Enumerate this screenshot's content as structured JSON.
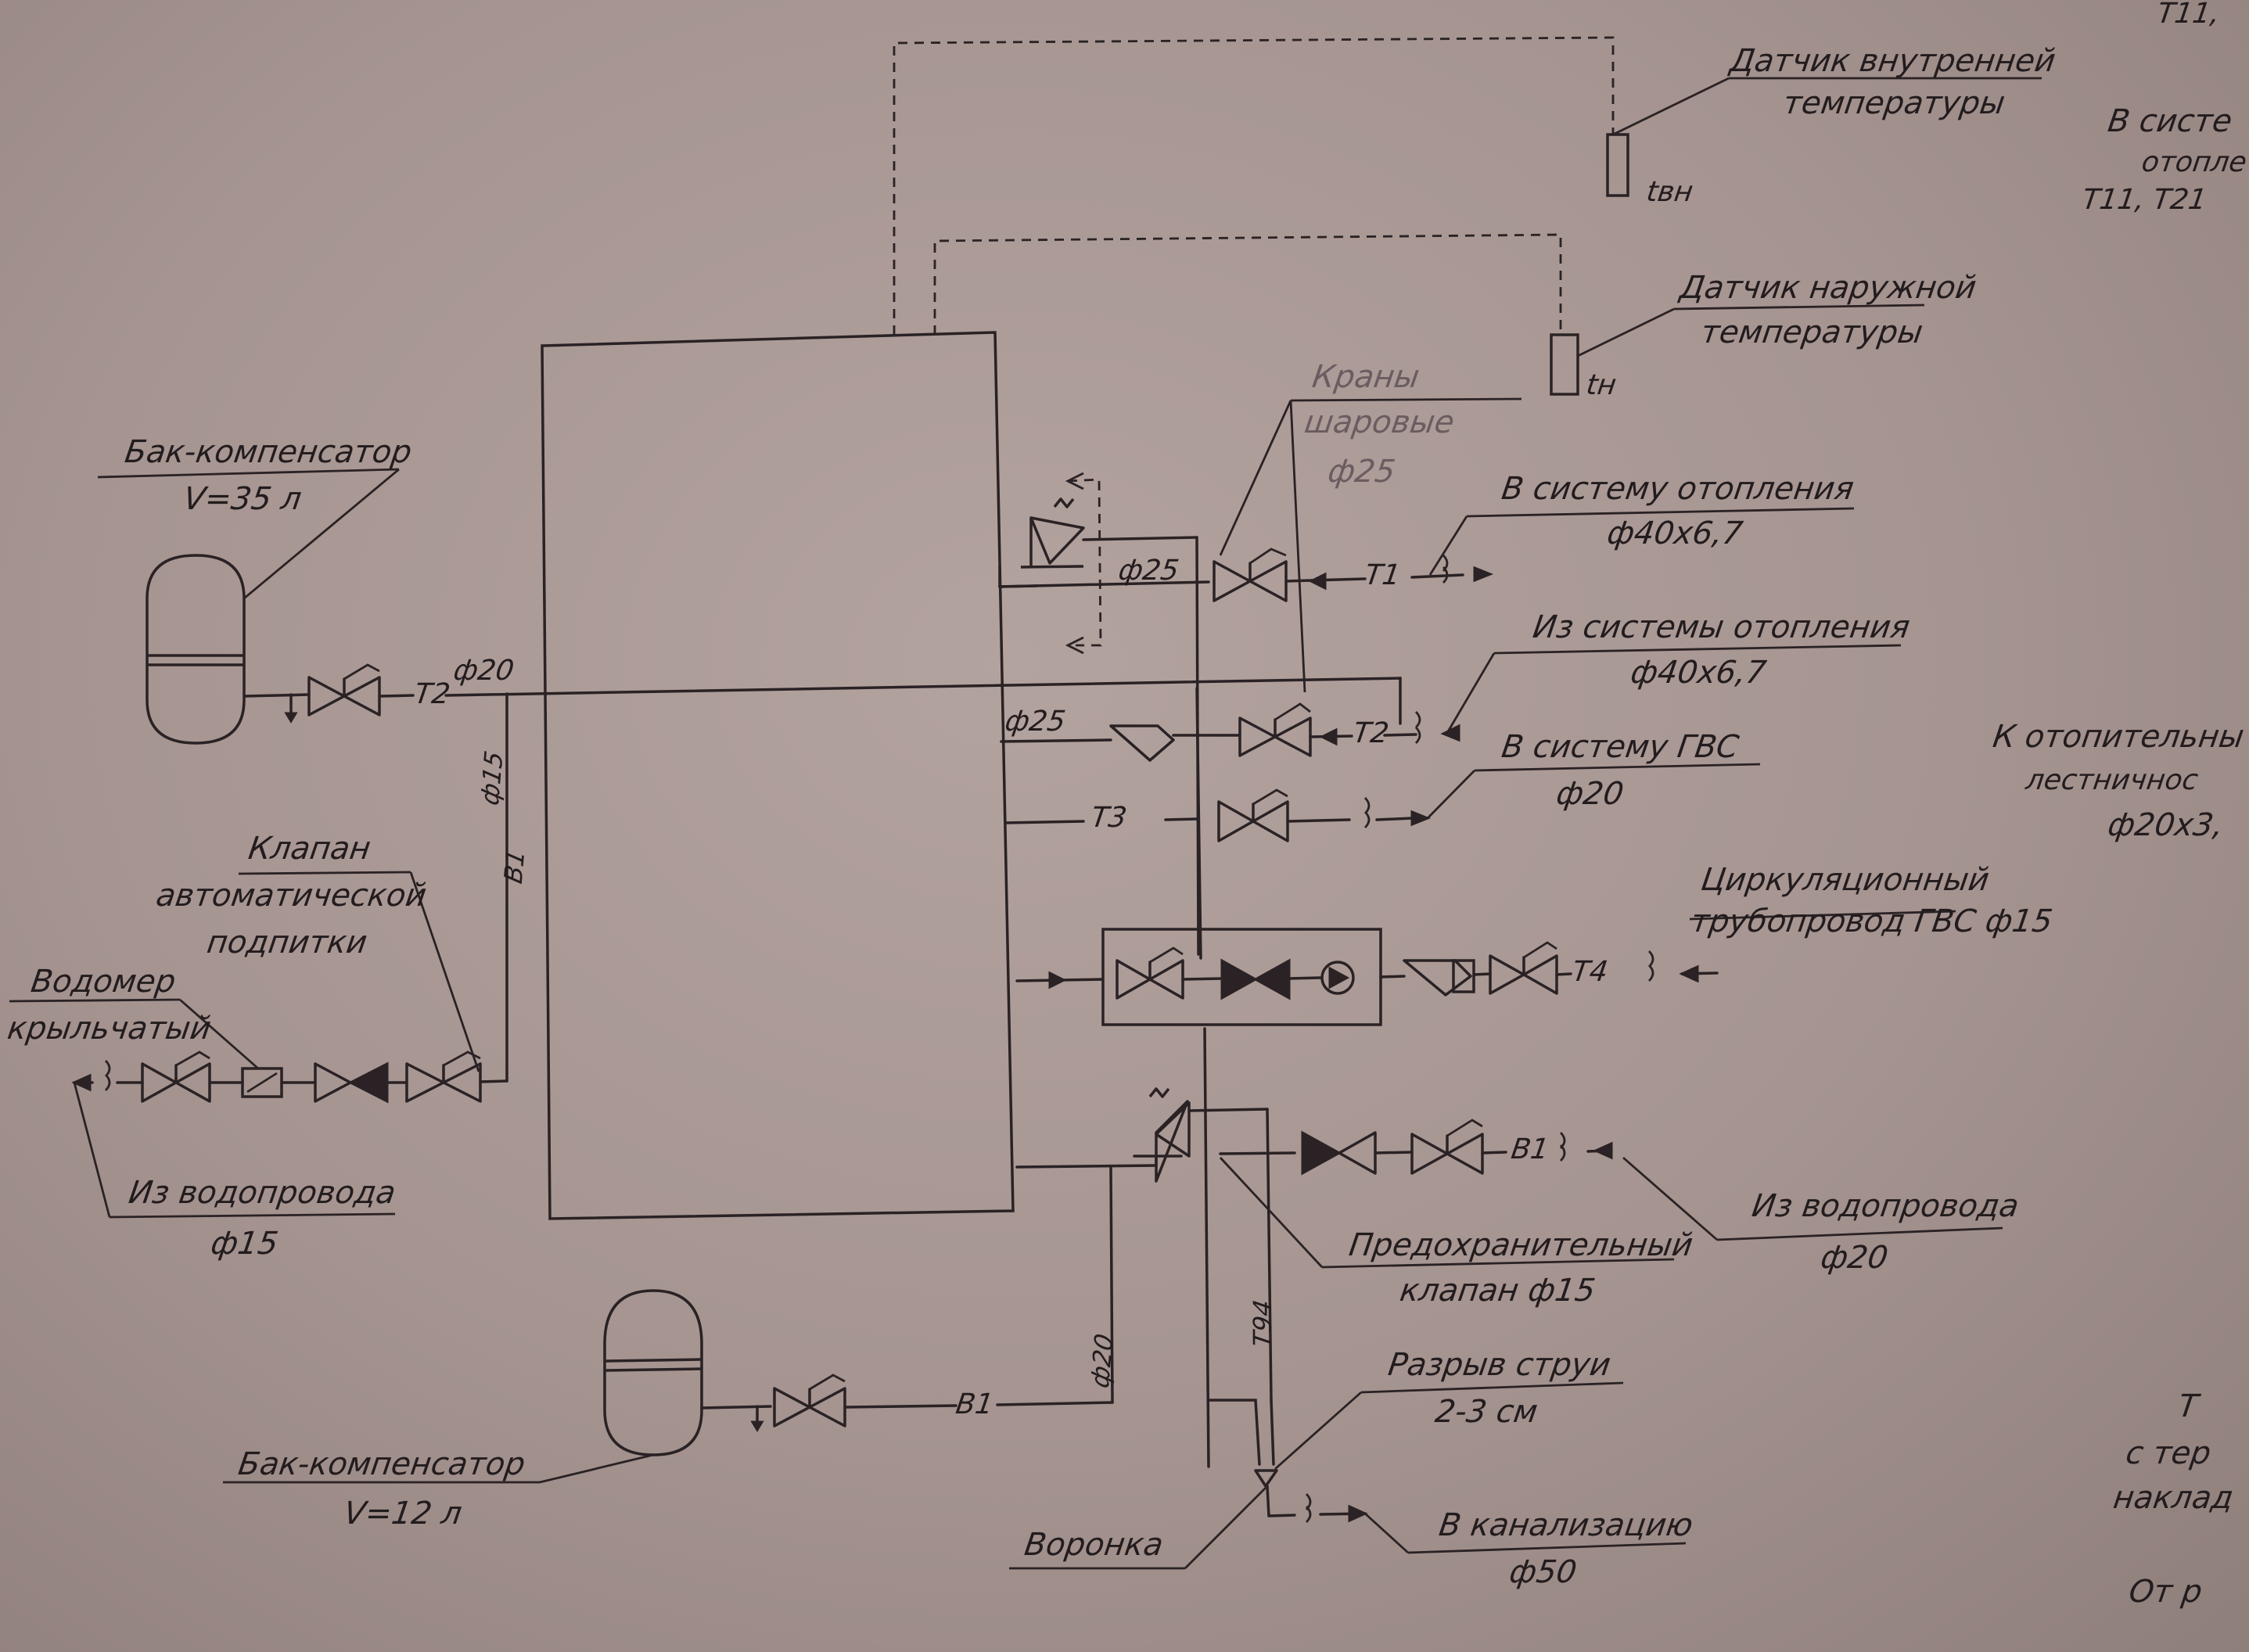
{
  "labels": {
    "sensor_inner_1": "Датчик внутренней",
    "sensor_inner_2": "температуры",
    "t_inner": "tвн",
    "sensor_outer_1": "Датчик наружной",
    "sensor_outer_2": "температуры",
    "t_outer": "tн",
    "ball_valves_1": "Краны",
    "ball_valves_2": "шаровые",
    "ball_valves_3": "ф25",
    "tank35_1": "Бак-компенсатор",
    "tank35_2": "V=35 л",
    "to_heating_1": "В систему отопления",
    "to_heating_2": "ф40х6,7",
    "from_heating_1": "Из системы отопления",
    "from_heating_2": "ф40х6,7",
    "to_dhw_1": "В систему ГВС",
    "to_dhw_2": "ф20",
    "circ_1": "Циркуляционный",
    "circ_2": "трубопровод ГВС ф15",
    "auto_fill_1": "Клапан",
    "auto_fill_2": "автоматической",
    "auto_fill_3": "подпитки",
    "meter_1": "Водомер",
    "meter_2": "крыльчатый",
    "from_water_left_1": "Из водопровода",
    "from_water_left_2": "ф15",
    "from_water_right_1": "Из водопровода",
    "from_water_right_2": "ф20",
    "safety_1": "Предохранительный",
    "safety_2": "клапан ф15",
    "jet_break_1": "Разрыв струи",
    "jet_break_2": "2-3 см",
    "tank12_1": "Бак-компенсатор",
    "tank12_2": "V=12 л",
    "funnel": "Воронка",
    "sewer_1": "В канализацию",
    "sewer_2": "ф50",
    "pipe_T1": "Т1",
    "pipe_T2_left": "Т2",
    "pipe_T2_right": "Т2",
    "pipe_T3": "Т3",
    "pipe_T4": "Т4",
    "pipe_T94": "Т94",
    "pipe_B1_vert": "В1",
    "pipe_B1_right": "В1",
    "pipe_B1_bottom": "В1",
    "d20_top": "ф20",
    "d15_vert": "ф15",
    "d25_upper": "ф25",
    "d25_mid": "ф25",
    "d20_bottom": "ф20",
    "edge_1": "Т11,",
    "edge_2": "В систе",
    "edge_3": "отопле",
    "edge_4": "Т11, Т21",
    "edge_5": "К отопительны",
    "edge_6": "лестничнос",
    "edge_7": "ф20х3,",
    "edge_8": "Т",
    "edge_9": "с тер",
    "edge_10": "наклад",
    "edge_11": "От р"
  }
}
